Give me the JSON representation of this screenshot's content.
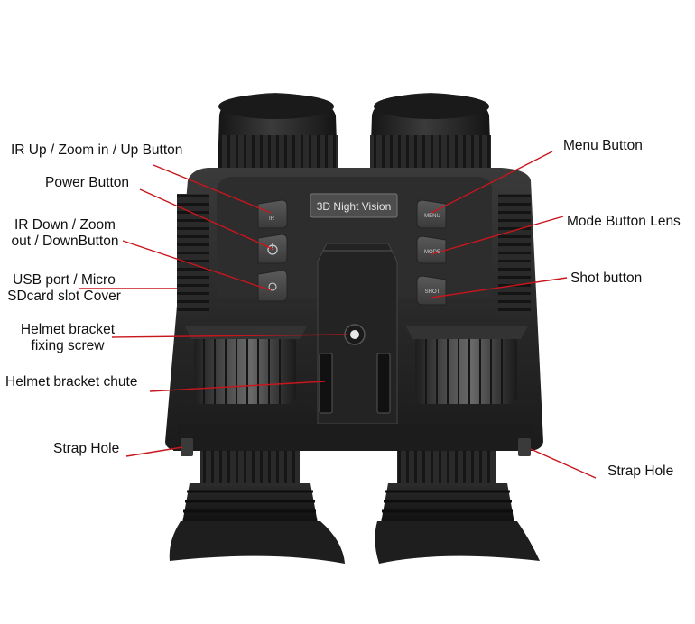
{
  "device": {
    "display_text": "3D Night Vision",
    "button_markings": {
      "ir_up": "IR",
      "menu": "MENU",
      "mode": "MODE",
      "shot": "SHOT"
    }
  },
  "callouts": {
    "ir_up": "IR Up / Zoom in / Up Button",
    "power": "Power Button",
    "ir_down_line1": "IR Down / Zoom",
    "ir_down_line2": "out / DownButton",
    "usb_line1": "USB port / Micro",
    "usb_line2": "SDcard slot Cover",
    "helmet_screw_line1": "Helmet bracket",
    "helmet_screw_line2": "fixing screw",
    "helmet_chute": "Helmet bracket chute",
    "strap_left": "Strap Hole",
    "menu": "Menu Button",
    "mode": "Mode Button Lens",
    "shot": "Shot button",
    "strap_right": "Strap Hole"
  },
  "colors": {
    "leader_line": "#c8161d",
    "body": "#2a2a2a",
    "text": "#111111"
  }
}
